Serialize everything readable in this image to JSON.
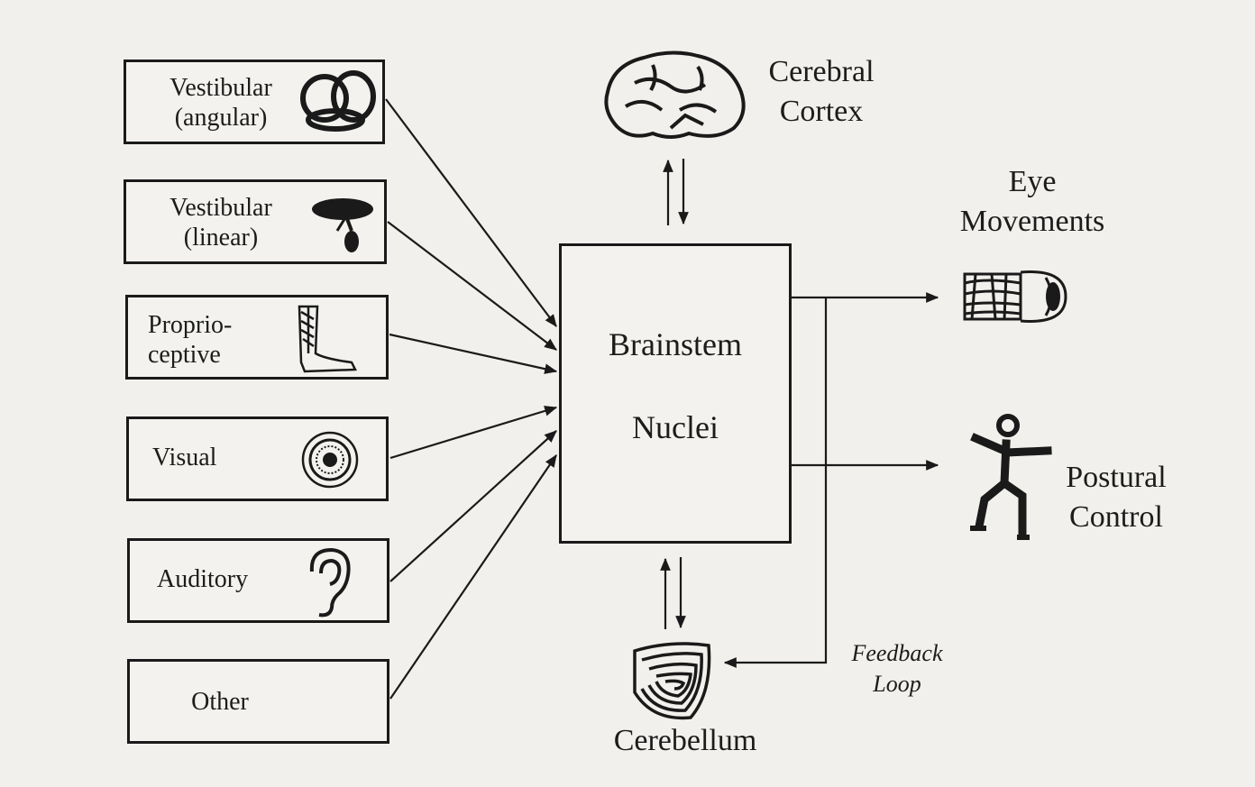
{
  "diagram": {
    "inputs": [
      {
        "label": "Vestibular\n(angular)",
        "icon": "semicircular-canals-icon"
      },
      {
        "label": "Vestibular\n(linear)",
        "icon": "otolith-icon"
      },
      {
        "label": "Proprio-\nceptive",
        "icon": "leg-boot-icon"
      },
      {
        "label": "Visual",
        "icon": "eye-target-icon"
      },
      {
        "label": "Auditory",
        "icon": "ear-icon"
      },
      {
        "label": "Other",
        "icon": ""
      }
    ],
    "center": {
      "line1": "Brainstem",
      "line2": "Nuclei"
    },
    "cortex": {
      "label": "Cerebral\nCortex",
      "icon": "brain-icon"
    },
    "cerebellum": {
      "label": "Cerebellum",
      "icon": "cerebellum-icon"
    },
    "outputs": [
      {
        "label": "Eye\nMovements",
        "icon": "eyeball-icon"
      },
      {
        "label": "Postural\nControl",
        "icon": "stick-figure-icon"
      }
    ],
    "feedback": {
      "label": "Feedback\nLoop"
    }
  },
  "colors": {
    "ink": "#1a1a1a",
    "paper": "#f1f0ec",
    "bleed": "#c8c6c0"
  }
}
